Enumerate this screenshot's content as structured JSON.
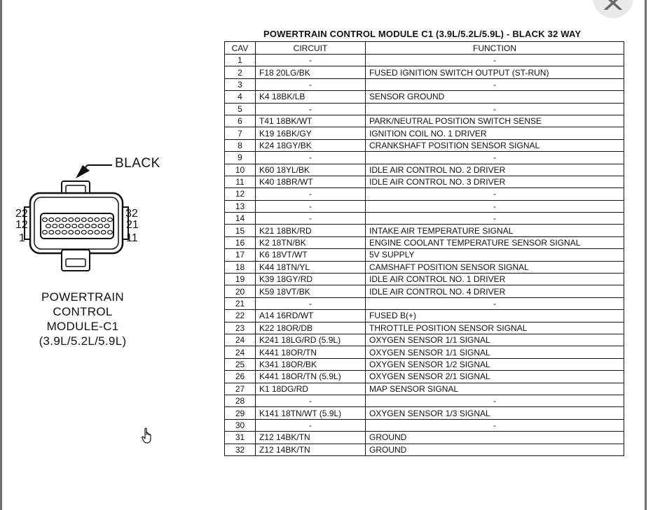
{
  "connector": {
    "color_label": "BLACK",
    "pin_labels": {
      "top_left": "22",
      "mid_left": "12",
      "bottom_left": "1",
      "top_right": "32",
      "mid_right": "21",
      "bottom_right": "11"
    },
    "caption_lines": [
      "POWERTRAIN",
      "CONTROL",
      "MODULE-C1",
      "(3.9L/5.2L/5.9L)"
    ]
  },
  "table": {
    "title": "POWERTRAIN CONTROL MODULE C1 (3.9L/5.2L/5.9L) - BLACK 32 WAY",
    "headers": [
      "CAV",
      "CIRCUIT",
      "FUNCTION"
    ],
    "rows": [
      {
        "cav": "1",
        "circuit": "-",
        "function": "-"
      },
      {
        "cav": "2",
        "circuit": "F18 20LG/BK",
        "function": "FUSED IGNITION SWITCH OUTPUT (ST-RUN)"
      },
      {
        "cav": "3",
        "circuit": "-",
        "function": "-"
      },
      {
        "cav": "4",
        "circuit": "K4 18BK/LB",
        "function": "SENSOR GROUND"
      },
      {
        "cav": "5",
        "circuit": "-",
        "function": "-"
      },
      {
        "cav": "6",
        "circuit": "T41 18BK/WT",
        "function": "PARK/NEUTRAL POSITION SWITCH SENSE"
      },
      {
        "cav": "7",
        "circuit": "K19 16BK/GY",
        "function": "IGNITION COIL NO. 1 DRIVER"
      },
      {
        "cav": "8",
        "circuit": "K24 18GY/BK",
        "function": "CRANKSHAFT POSITION SENSOR SIGNAL"
      },
      {
        "cav": "9",
        "circuit": "-",
        "function": "-"
      },
      {
        "cav": "10",
        "circuit": "K60 18YL/BK",
        "function": "IDLE AIR CONTROL NO. 2 DRIVER"
      },
      {
        "cav": "11",
        "circuit": "K40 18BR/WT",
        "function": "IDLE AIR CONTROL NO. 3 DRIVER"
      },
      {
        "cav": "12",
        "circuit": "-",
        "function": "-"
      },
      {
        "cav": "13",
        "circuit": "-",
        "function": "-"
      },
      {
        "cav": "14",
        "circuit": "-",
        "function": "-"
      },
      {
        "cav": "15",
        "circuit": "K21 18BK/RD",
        "function": "INTAKE AIR TEMPERATURE SIGNAL"
      },
      {
        "cav": "16",
        "circuit": "K2 18TN/BK",
        "function": "ENGINE COOLANT TEMPERATURE SENSOR SIGNAL"
      },
      {
        "cav": "17",
        "circuit": "K6 18VT/WT",
        "function": "5V SUPPLY"
      },
      {
        "cav": "18",
        "circuit": "K44 18TN/YL",
        "function": "CAMSHAFT POSITION SENSOR SIGNAL"
      },
      {
        "cav": "19",
        "circuit": "K39 18GY/RD",
        "function": "IDLE AIR CONTROL NO. 1 DRIVER"
      },
      {
        "cav": "20",
        "circuit": "K59 18VT/BK",
        "function": "IDLE AIR CONTROL NO. 4 DRIVER"
      },
      {
        "cav": "21",
        "circuit": "-",
        "function": "-"
      },
      {
        "cav": "22",
        "circuit": "A14 16RD/WT",
        "function": "FUSED B(+)"
      },
      {
        "cav": "23",
        "circuit": "K22 18OR/DB",
        "function": "THROTTLE POSITION SENSOR SIGNAL"
      },
      {
        "cav": "24",
        "circuit": "K241 18LG/RD (5.9L)",
        "function": "OXYGEN SENSOR 1/1 SIGNAL"
      },
      {
        "cav": "24",
        "circuit": "K441 18OR/TN",
        "function": "OXYGEN SENSOR 1/1 SIGNAL"
      },
      {
        "cav": "25",
        "circuit": "K341 18OR/BK",
        "function": "OXYGEN SENSOR 1/2 SIGNAL"
      },
      {
        "cav": "26",
        "circuit": "K441 18OR/TN (5.9L)",
        "function": "OXYGEN SENSOR 2/1 SIGNAL"
      },
      {
        "cav": "27",
        "circuit": "K1 18DG/RD",
        "function": "MAP SENSOR SIGNAL"
      },
      {
        "cav": "28",
        "circuit": "-",
        "function": "-"
      },
      {
        "cav": "29",
        "circuit": "K141 18TN/WT (5.9L)",
        "function": "OXYGEN SENSOR 1/3 SIGNAL"
      },
      {
        "cav": "30",
        "circuit": "-",
        "function": "-"
      },
      {
        "cav": "31",
        "circuit": "Z12 14BK/TN",
        "function": "GROUND"
      },
      {
        "cav": "32",
        "circuit": "Z12 14BK/TN",
        "function": "GROUND"
      }
    ]
  }
}
